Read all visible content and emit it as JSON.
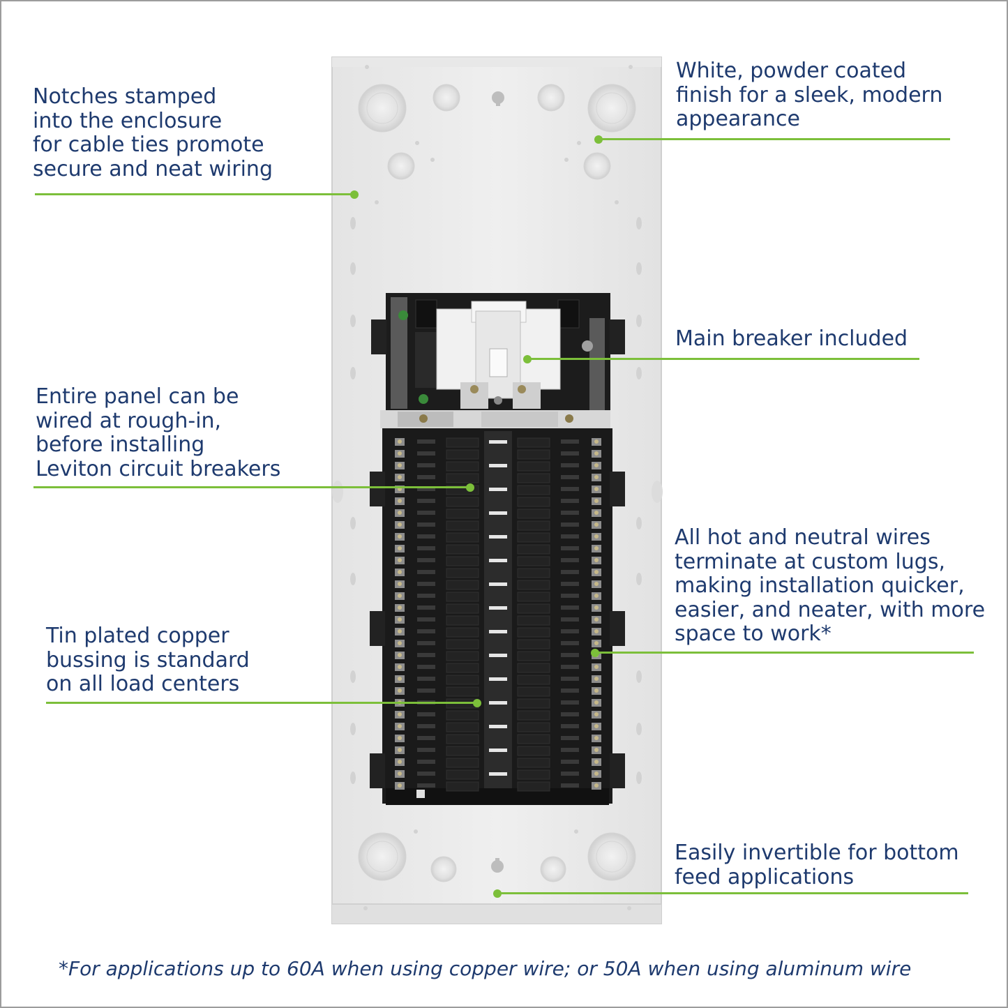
{
  "callouts": {
    "notches": {
      "lines": [
        "Notches stamped",
        "into the enclosure",
        "for cable ties promote",
        "secure and neat wiring"
      ]
    },
    "finish": {
      "lines": [
        "White, powder coated",
        "finish for a sleek, modern",
        "appearance"
      ]
    },
    "main_breaker": {
      "lines": [
        "Main breaker included"
      ]
    },
    "rough_in": {
      "lines": [
        "Entire panel can be",
        "wired at rough-in,",
        "before installing",
        "Leviton circuit breakers"
      ]
    },
    "lugs": {
      "lines": [
        "All hot and neutral wires",
        "terminate at custom lugs,",
        "making installation quicker,",
        "easier, and neater, with more",
        "space to work*"
      ]
    },
    "bussing": {
      "lines": [
        "Tin plated copper",
        "bussing is standard",
        "on all load centers"
      ]
    },
    "invertible": {
      "lines": [
        "Easily invertible for bottom",
        "feed applications"
      ]
    }
  },
  "footnote": "*For applications up to 60A when using copper wire; or 50A when using aluminum wire",
  "colors": {
    "text": "#1e3a6e",
    "accent_green": "#7cbf3a",
    "enclosure": "#ececec",
    "interior": "#1c1c1c"
  }
}
